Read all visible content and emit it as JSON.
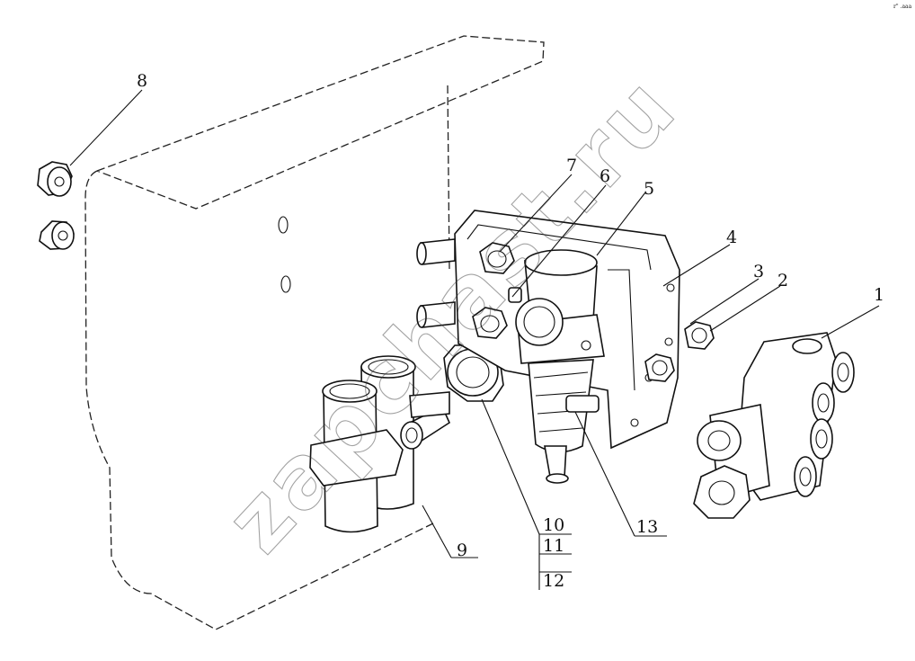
{
  "watermark": "zapchast.ru",
  "corner_mark": "r\" .aaa",
  "callouts": {
    "c1": "1",
    "c2": "2",
    "c3": "3",
    "c4": "4",
    "c5": "5",
    "c6": "6",
    "c7": "7",
    "c8": "8",
    "c9": "9",
    "c10": "10",
    "c11": "11",
    "c12": "12",
    "c13": "13"
  }
}
